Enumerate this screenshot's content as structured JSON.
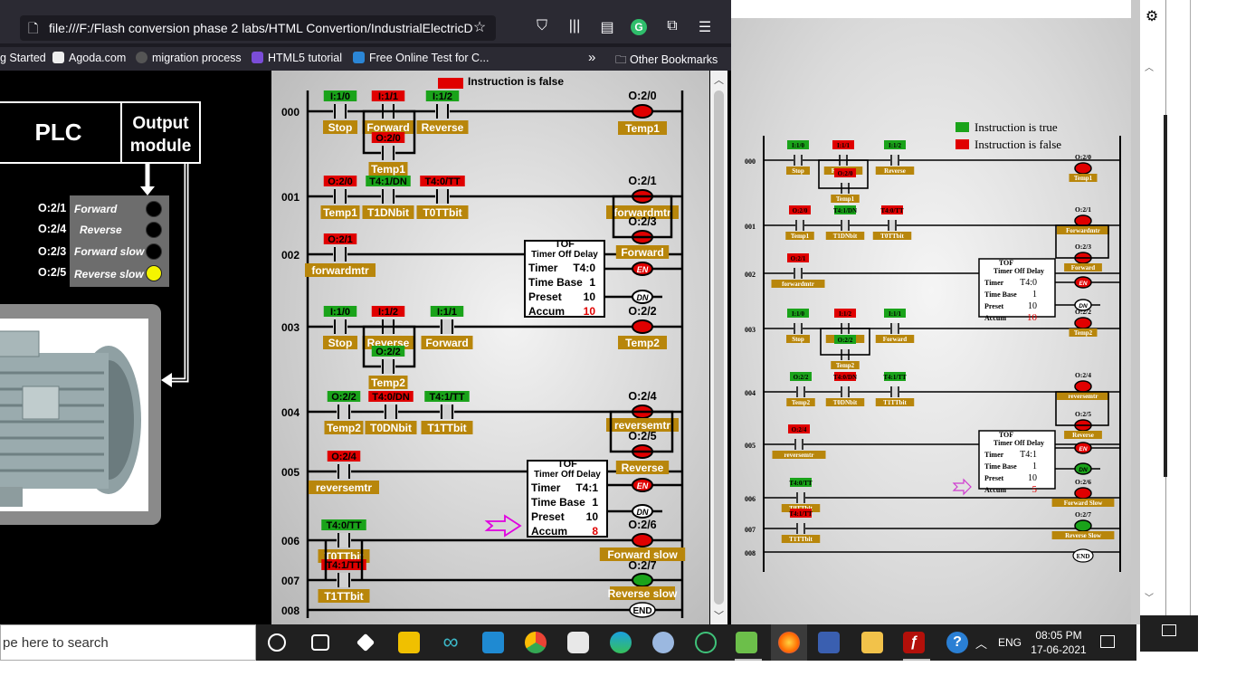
{
  "browser": {
    "url": "file:///F:/Flash conversion phase 2 labs/HTML Convertion/IndustrialElectricD",
    "bookmarks": [
      "g Started",
      "Agoda.com",
      "migration process",
      "HTML5 tutorial",
      "Free Online Test for C..."
    ],
    "other_bookmarks": "Other Bookmarks"
  },
  "left_panel": {
    "plc_label": "PLC",
    "output_module_label": "Output module",
    "outputs": [
      {
        "addr": "O:2/1",
        "label": "Forward",
        "on": false
      },
      {
        "addr": "O:2/4",
        "label": "Reverse",
        "on": false
      },
      {
        "addr": "O:2/3",
        "label": "Forward slow",
        "on": false
      },
      {
        "addr": "O:2/5",
        "label": "Reverse slow",
        "on": true
      }
    ]
  },
  "legend": {
    "true_label": "Instruction is true",
    "false_label": "Instruction is false",
    "true_color": "#1aa31a",
    "false_color": "#e00000"
  },
  "ladder": {
    "rungs": [
      "000",
      "001",
      "002",
      "003",
      "004",
      "005",
      "006",
      "007",
      "008"
    ],
    "timer1": {
      "title": "TOF",
      "subtitle": "Timer Off Delay",
      "timer_label": "Timer",
      "timer": "T4:0",
      "timebase_label": "Time Base",
      "timebase": "1",
      "preset_label": "Preset",
      "preset": "10",
      "accum_label": "Accum",
      "accum": "10"
    },
    "timer2": {
      "title": "TOF",
      "subtitle": "Timer Off Delay",
      "timer_label": "Timer",
      "timer": "T4:1",
      "timebase_label": "Time Base",
      "timebase": "1",
      "preset_label": "Preset",
      "preset": "10",
      "accum_label": "Accum",
      "accum": "8"
    },
    "coil_en": "EN",
    "coil_dn": "DN",
    "end_label": "END",
    "contacts": [
      {
        "addr": "I:1/0",
        "tag": "Stop",
        "state": "true"
      },
      {
        "addr": "I:1/1",
        "tag": "Forward",
        "state": "false"
      },
      {
        "addr": "I:1/2",
        "tag": "Reverse",
        "state": "true"
      },
      {
        "addr": "O:2/0",
        "tag": "Temp1",
        "state": "false"
      },
      {
        "addr": "O:2/0",
        "tag": "Temp1",
        "state": "false"
      },
      {
        "addr": "T4:1/DN",
        "tag": "T1DNbit",
        "state": "true"
      },
      {
        "addr": "T4:0/TT",
        "tag": "T0TTbit",
        "state": "false"
      },
      {
        "addr": "O:2/1",
        "tag": "forwardmtr",
        "state": "false"
      },
      {
        "addr": "I:1/0",
        "tag": "Stop",
        "state": "true"
      },
      {
        "addr": "I:1/2",
        "tag": "Reverse",
        "state": "false"
      },
      {
        "addr": "I:1/1",
        "tag": "Forward",
        "state": "true"
      },
      {
        "addr": "O:2/2",
        "tag": "Temp2",
        "state": "true"
      },
      {
        "addr": "O:2/2",
        "tag": "Temp2",
        "state": "true"
      },
      {
        "addr": "T4:0/DN",
        "tag": "T0DNbit",
        "state": "false"
      },
      {
        "addr": "T4:1/TT",
        "tag": "T1TTbit",
        "state": "true"
      },
      {
        "addr": "O:2/4",
        "tag": "reversemtr",
        "state": "false"
      },
      {
        "addr": "T4:0/TT",
        "tag": "T0TTbit",
        "state": "true"
      },
      {
        "addr": "T4:1/TT",
        "tag": "T1TTbit",
        "state": "false"
      }
    ],
    "coils": [
      {
        "addr": "O:2/0",
        "tag": "Temp1"
      },
      {
        "addr": "O:2/1",
        "tag": "forwardmtr"
      },
      {
        "addr": "O:2/3",
        "tag": "Forward"
      },
      {
        "addr": "O:2/2",
        "tag": "Temp2"
      },
      {
        "addr": "O:2/4",
        "tag": "reversemtr"
      },
      {
        "addr": "O:2/5",
        "tag": "Reverse"
      },
      {
        "addr": "O:2/6",
        "tag": "Forward slow"
      },
      {
        "addr": "O:2/7",
        "tag": "Reverse slow"
      }
    ]
  },
  "right_panel": {
    "timer1": {
      "title": "TOF",
      "subtitle": "Timer Off Delay",
      "timer_label": "Timer",
      "timer": "T4:0",
      "timebase_label": "Time Base",
      "timebase": "1",
      "preset_label": "Preset",
      "preset": "10",
      "accum_label": "Accum",
      "accum": "10"
    },
    "timer2": {
      "title": "TOF",
      "subtitle": "Timer Off Delay",
      "timer_label": "Timer",
      "timer": "T4:1",
      "timebase_label": "Time Base",
      "timebase": "1",
      "preset_label": "Preset",
      "preset": "10",
      "accum_label": "Accum",
      "accum": "5"
    },
    "coils": [
      {
        "addr": "O:2/0",
        "tag": "Temp1"
      },
      {
        "addr": "O:2/1",
        "tag": "Forwardmtr"
      },
      {
        "addr": "O:2/3",
        "tag": "Forward"
      },
      {
        "addr": "O:2/2",
        "tag": "Temp2"
      },
      {
        "addr": "O:2/4",
        "tag": "reversemtr"
      },
      {
        "addr": "O:2/5",
        "tag": "Reverse"
      },
      {
        "addr": "O:2/6",
        "tag": "Forward Slow"
      },
      {
        "addr": "O:2/7",
        "tag": "Reverse Slow"
      }
    ]
  },
  "taskbar": {
    "search_placeholder": "pe here to search",
    "lang": "ENG",
    "time": "08:05 PM",
    "date": "17-06-2021"
  }
}
